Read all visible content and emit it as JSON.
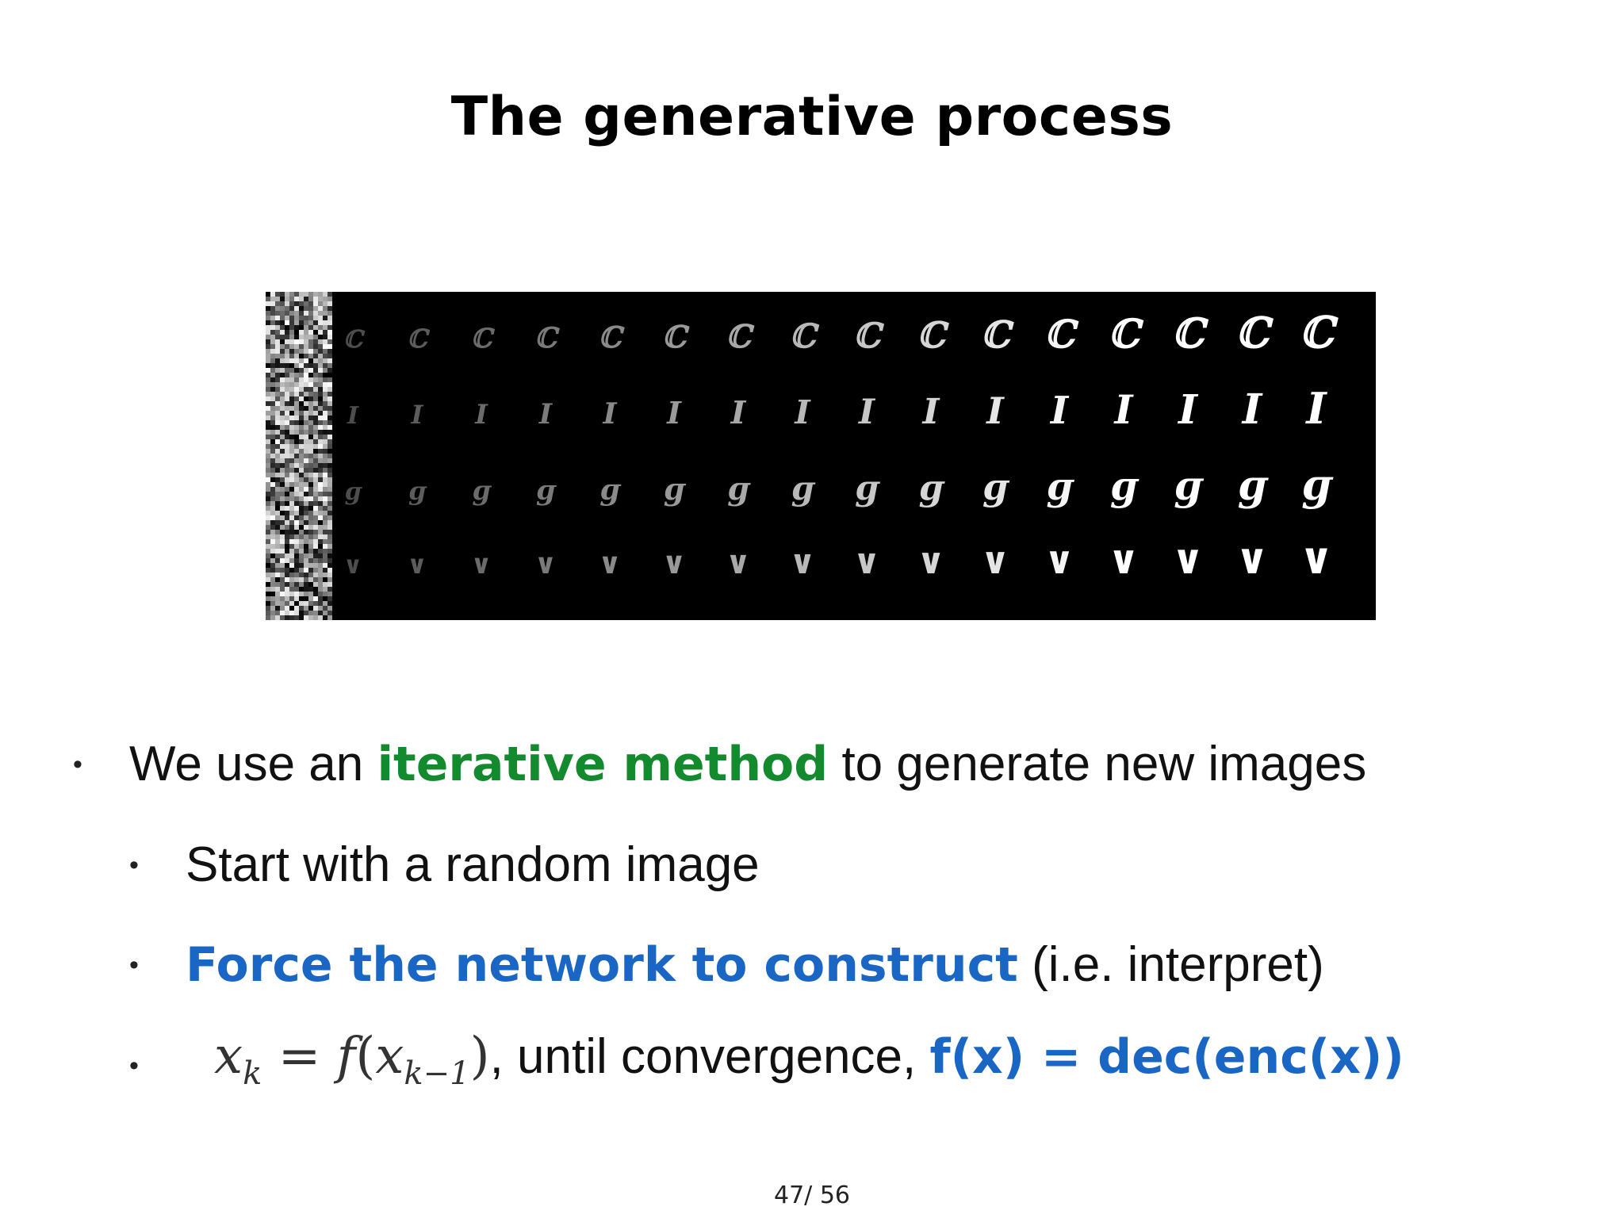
{
  "slide": {
    "title": "The generative process",
    "figure_icon": "mnist-digit-iteration-grid",
    "bullets": [
      {
        "pre": "We use an ",
        "highlight": "iterative method",
        "post": " to generate new images",
        "highlight_color": "#138a2e"
      },
      {
        "text": "Start with a random image"
      },
      {
        "highlight": "Force the network to construct",
        "post": " (i.e. interpret)",
        "highlight_color": "#1a66c4"
      },
      {
        "math_var": "x",
        "math_sub": "k",
        "math_eq": " = ",
        "math_func": "f",
        "math_open": "(",
        "math_var2": "x",
        "math_sub2": "k−1",
        "math_close": ")",
        "post": ", until convergence, ",
        "highlight": "f(x) = dec(enc(x))",
        "highlight_color": "#1a66c4"
      }
    ],
    "page_number": "47/ 56"
  }
}
